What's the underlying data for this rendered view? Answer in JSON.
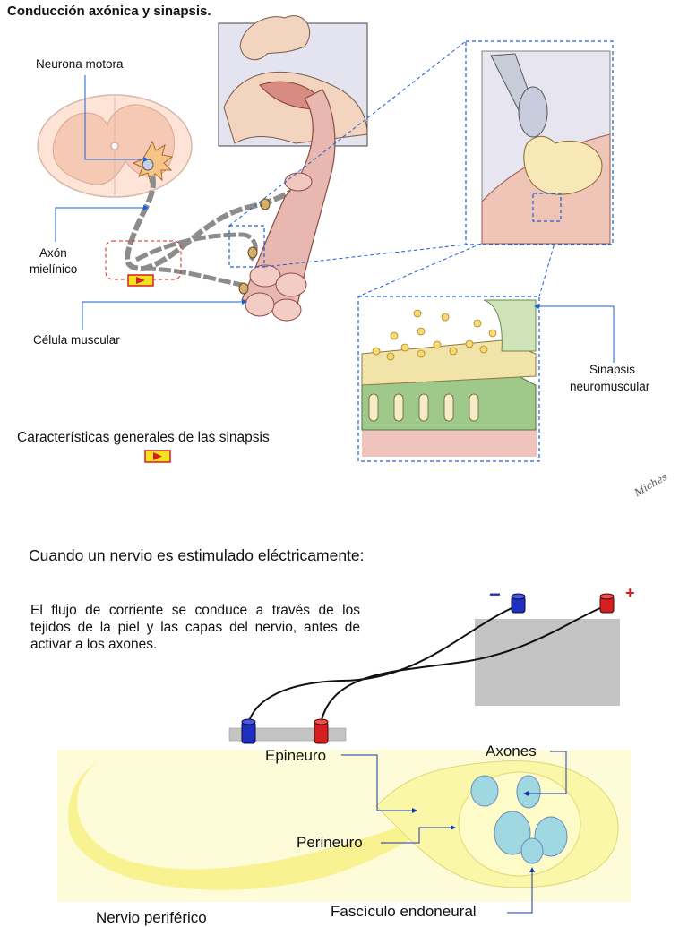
{
  "top_section": {
    "title": "Conducción axónica y sinapsis.",
    "labels": {
      "neurona_motora": "Neurona motora",
      "axon_mielinico_line1": "Axón",
      "axon_mielinico_line2": "mielínico",
      "celula_muscular": "Célula muscular",
      "sinapsis_line1": "Sinapsis",
      "sinapsis_line2": "neuromuscular"
    },
    "link_text": "Características generales de las sinapsis",
    "signature": "Miches"
  },
  "bottom_section": {
    "heading": "Cuando un nervio es estimulado eléctricamente:",
    "paragraph": "El flujo de corriente se conduce a través de los tejidos de la piel y las capas del nervio, antes de activar a los axones.",
    "minus_sign": "−",
    "plus_sign": "+",
    "labels": {
      "epineuro": "Epineuro",
      "axones": "Axones",
      "perineuro": "Perineuro",
      "fasciculo": "Fascículo endoneural",
      "nervio": "Nervio periférico"
    }
  },
  "colors": {
    "annotation_blue": "#1a5fd6",
    "electrode_negative": "#1f2fbf",
    "electrode_positive": "#d42020",
    "nerve_yellow": "#fbf7a8",
    "muscle_pink": "#e8b8b0",
    "box_gray": "#c4c4c4"
  }
}
